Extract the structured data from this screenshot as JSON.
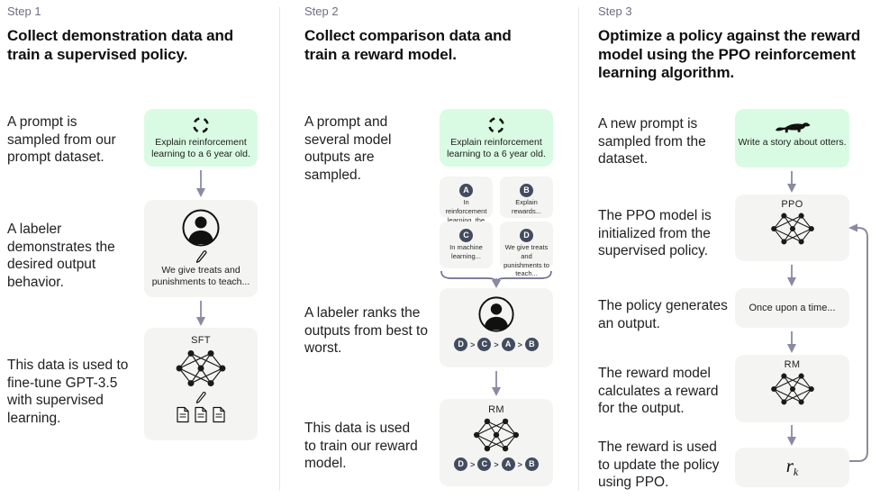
{
  "colors": {
    "green": "#d9fbe3",
    "gray": "#f4f4f2",
    "dark_badge": "#424c5e",
    "arrow": "#8a8aa2",
    "brace": "#6f6f8e",
    "muted": "#6e6e80",
    "heading": "#101012",
    "text": "#202124",
    "separator": "#e7e7e7"
  },
  "icons": {
    "prompt_sample": "cycle-icon",
    "labeler": "person-icon",
    "edit": "pencil-icon",
    "model": "neural-network-icon",
    "documents": "document-icon",
    "otter_prompt": "otter-icon"
  },
  "columns": [
    {
      "step": "Step 1",
      "heading": "Collect demonstration data and train a supervised policy.",
      "captions": {
        "prompt": "A prompt is sampled from our prompt dataset.",
        "labeler": "A labeler demonstrates the desired output behavior.",
        "finetune": "This data is used to fine-tune GPT-3.5 with supervised learning."
      },
      "prompt_box": "Explain reinforcement learning to a 6 year old.",
      "labeler_box": "We give treats and punishments to teach...",
      "sft_label": "SFT"
    },
    {
      "step": "Step 2",
      "heading": "Collect comparison data and train a reward model.",
      "captions": {
        "prompt": "A prompt and several model outputs are sampled.",
        "rank": "A labeler ranks the outputs from best to worst.",
        "train": "This data is used to train our reward model."
      },
      "prompt_box": "Explain reinforcement learning to a 6 year old.",
      "outputs": [
        {
          "label": "A",
          "text": "In reinforcement learning, the agent is..."
        },
        {
          "label": "B",
          "text": "Explain rewards..."
        },
        {
          "label": "C",
          "text": "In machine learning..."
        },
        {
          "label": "D",
          "text": "We give treats and punishments to teach..."
        }
      ],
      "ranking": [
        "D",
        "C",
        "A",
        "B"
      ],
      "rank_separator": ">",
      "rm_label": "RM"
    },
    {
      "step": "Step 3",
      "heading": "Optimize a policy against the reward model using the PPO reinforcement learning algorithm.",
      "captions": {
        "prompt": "A new prompt is sampled from the dataset.",
        "ppo": "The PPO model is initialized from the supervised policy.",
        "output": "The policy generates an output.",
        "reward": "The reward model calculates a reward for the output.",
        "update": "The reward is used to update the policy using PPO."
      },
      "prompt_box": "Write a story about otters.",
      "ppo_label": "PPO",
      "output_box": "Once upon a time...",
      "rm_label": "RM",
      "reward_symbol": "r",
      "reward_subscript": "k"
    }
  ]
}
